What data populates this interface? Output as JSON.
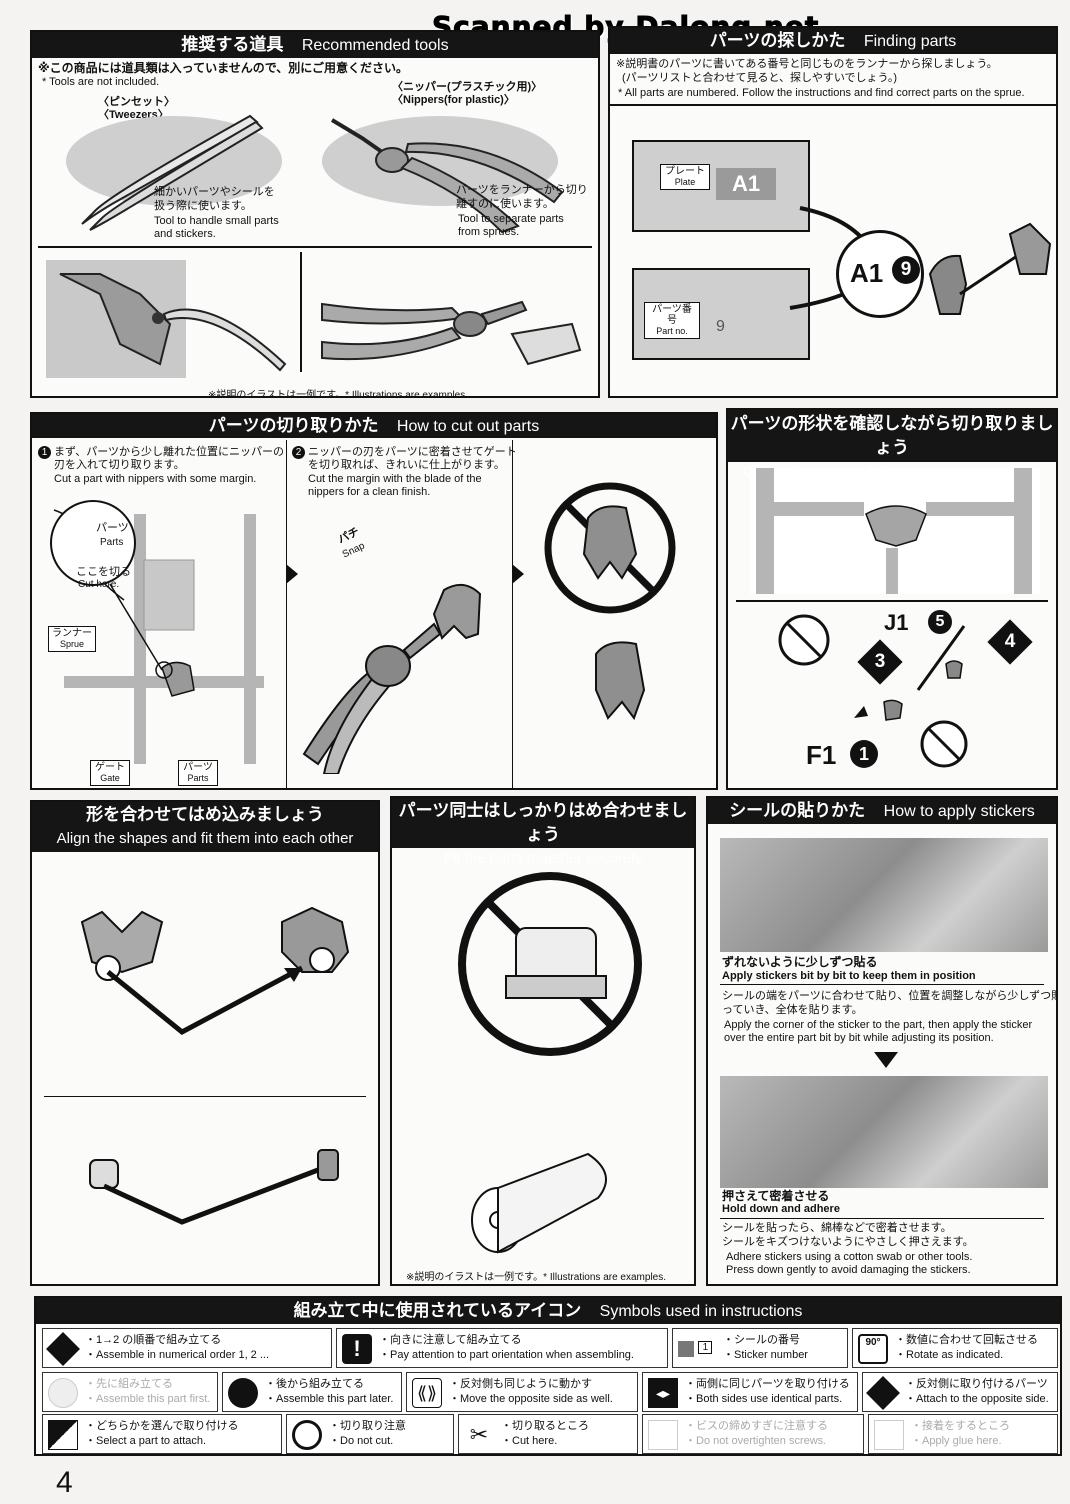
{
  "watermark": "Scanned by Dalong.net",
  "tools": {
    "title_jp": "推奨する道具",
    "title_en": "Recommended tools",
    "note_jp": "※この商品には道具類は入っていませんので、別にご用意ください。",
    "note_en": "* Tools are not included.",
    "tweezers_jp": "〈ピンセット〉",
    "tweezers_en": "〈Tweezers〉",
    "nippers_jp": "〈ニッパー(プラスチック用)〉",
    "nippers_en": "〈Nippers(for plastic)〉",
    "tweezers_desc_jp1": "細かいパーツやシールを",
    "tweezers_desc_jp2": "扱う際に使います。",
    "tweezers_desc_en1": "Tool to handle small parts",
    "tweezers_desc_en2": "and stickers.",
    "nippers_desc_jp1": "パーツをランナーから切り",
    "nippers_desc_jp2": "離すのに使います。",
    "nippers_desc_en1": "Tool to separate parts",
    "nippers_desc_en2": "from sprues.",
    "illus_note": "※説明のイラストは一例です。* Illustrations are examples."
  },
  "finding": {
    "title_jp": "パーツの探しかた",
    "title_en": "Finding parts",
    "note_jp1": "※説明書のパーツに書いてある番号と同じものをランナーから探しましょう。",
    "note_jp2": "(パーツリストと合わせて見ると、探しやすいでしょう。)",
    "note_en": "* All parts are numbered. Follow the instructions and find correct parts on the sprue.",
    "plate_jp": "プレート",
    "plate_en": "Plate",
    "plate_code": "A1",
    "partno_jp": "パーツ番号",
    "partno_en": "Part no.",
    "partno_digit": "9",
    "callout_letter": "A1",
    "callout_num": "9"
  },
  "cut": {
    "title_jp": "パーツの切り取りかた",
    "title_en": "How to cut out parts",
    "step1_num": "1",
    "step1_jp1": "まず、パーツから少し離れた位置にニッパーの",
    "step1_jp2": "刃を入れて切り取ります。",
    "step1_en": "Cut a part with nippers with some margin.",
    "step2_num": "2",
    "step2_jp1": "ニッパーの刃をパーツに密着させてゲート",
    "step2_jp2": "を切り取れば、きれいに仕上がります。",
    "step2_en1": "Cut the margin with the blade of the",
    "step2_en2": "nippers for a clean finish.",
    "parts_jp": "パーツ",
    "parts_en": "Parts",
    "cut_here_jp": "ここを切る",
    "cut_here_en": "Cut here.",
    "sprue_jp": "ランナー",
    "sprue_en": "Sprue",
    "gate_jp": "ゲート",
    "gate_en": "Gate",
    "parts2_jp": "パーツ",
    "parts2_en": "Parts",
    "snap_jp": "パチ",
    "snap_en": "Snap"
  },
  "shape": {
    "title_jp": "パーツの形状を確認しながら切り取りましょう",
    "title_en": "Check the shape of the parts when removing them",
    "callout_j": "J1",
    "callout_j_num": "5",
    "callout_f": "F1",
    "callout_f_num": "1",
    "step3": "3",
    "step4": "4"
  },
  "align": {
    "title_jp": "形を合わせてはめ込みましょう",
    "title_en": "Align the shapes and fit them into each other"
  },
  "fit": {
    "title_jp": "パーツ同士はしっかりはめ合わせましょう",
    "title_en": "Fit the parts together securely",
    "illus_note": "※説明のイラストは一例です。* Illustrations are examples."
  },
  "stickers": {
    "title_jp": "シールの貼りかた",
    "title_en": "How to apply stickers",
    "h1_jp": "ずれないように少しずつ貼る",
    "h1_en": "Apply stickers bit by bit to keep them in position",
    "p1_jp1": "シールの端をパーツに合わせて貼り、位置を調整しながら少しずつ貼",
    "p1_jp2": "っていき、全体を貼ります。",
    "p1_en1": "Apply the corner of the sticker to the part, then apply the sticker",
    "p1_en2": "over the entire part bit by bit while adjusting its position.",
    "h2_jp": "押さえて密着させる",
    "h2_en": "Hold down and adhere",
    "p2_jp1": "シールを貼ったら、綿棒などで密着させます。",
    "p2_jp2": "シールをキズつけないようにやさしく押さえます。",
    "p2_en1": "Adhere stickers using a cotton swab or other tools.",
    "p2_en2": "Press down gently to avoid damaging the stickers."
  },
  "symbols": {
    "title_jp": "組み立て中に使用されているアイコン",
    "title_en": "Symbols used in instructions",
    "items": [
      {
        "jp": "・1→2 の順番で組み立てる",
        "en": "・Assemble in numerical order 1, 2 ..."
      },
      {
        "jp": "・向きに注意して組み立てる",
        "en": "・Pay attention to part orientation when assembling."
      },
      {
        "code": "1",
        "jp": "・シールの番号",
        "en": "・Sticker number"
      },
      {
        "badge": "90°",
        "jp": "・数値に合わせて回転させる",
        "en": "・Rotate as indicated."
      },
      {
        "jp": "・先に組み立てる",
        "en": "・Assemble this part first."
      },
      {
        "jp": "・後から組み立てる",
        "en": "・Assemble this part later."
      },
      {
        "jp": "・反対側も同じように動かす",
        "en": "・Move the opposite side as well."
      },
      {
        "jp": "・両側に同じパーツを取り付ける",
        "en": "・Both sides use identical parts."
      },
      {
        "jp": "・反対側に取り付けるパーツ",
        "en": "・Attach to the opposite side."
      },
      {
        "jp": "・どちらかを選んで取り付ける",
        "en": "・Select a part to attach."
      },
      {
        "jp": "・切り取り注意",
        "en": "・Do not cut."
      },
      {
        "jp": "・切り取るところ",
        "en": "・Cut here."
      },
      {
        "jp": "・ビスの締めすぎに注意する",
        "en": "・Do not overtighten screws."
      },
      {
        "jp": "・接着をするところ",
        "en": "・Apply glue here."
      }
    ]
  },
  "page_number": "4"
}
